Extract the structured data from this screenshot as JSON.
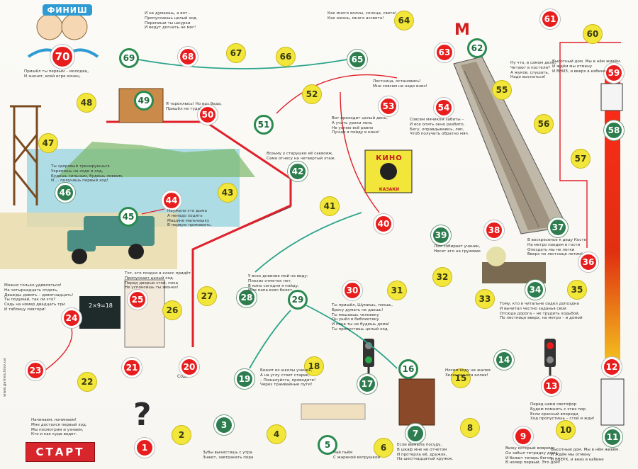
{
  "title": "ФИНИШ",
  "start_label": "СТАРТ",
  "cinema_sign": "КИНО",
  "cinema_poster": "КАЗАКИ",
  "metro_sign": "М",
  "blackboard": "2×9=18",
  "soda_label": "Сода",
  "question_mark": "?",
  "website": "www.games.kiev.ua",
  "colors": {
    "cell_yellow": "#f2e63a",
    "cell_red": "#e81d1d",
    "cell_green": "#2e7d4f",
    "path_red": "#e0202a",
    "arrow_teal": "#2aa38a",
    "start_banner": "#d8262d",
    "title_banner": "#2f9bd3"
  },
  "cells": [
    {
      "n": "1",
      "kind": "r"
    },
    {
      "n": "2",
      "kind": "y"
    },
    {
      "n": "3",
      "kind": "g"
    },
    {
      "n": "4",
      "kind": "y"
    },
    {
      "n": "5",
      "kind": "w"
    },
    {
      "n": "6",
      "kind": "y"
    },
    {
      "n": "7",
      "kind": "g"
    },
    {
      "n": "8",
      "kind": "y"
    },
    {
      "n": "9",
      "kind": "r"
    },
    {
      "n": "10",
      "kind": "y"
    },
    {
      "n": "11",
      "kind": "g"
    },
    {
      "n": "12",
      "kind": "r"
    },
    {
      "n": "13",
      "kind": "r"
    },
    {
      "n": "14",
      "kind": "g"
    },
    {
      "n": "15",
      "kind": "y"
    },
    {
      "n": "16",
      "kind": "w"
    },
    {
      "n": "17",
      "kind": "g"
    },
    {
      "n": "18",
      "kind": "y"
    },
    {
      "n": "19",
      "kind": "g"
    },
    {
      "n": "20",
      "kind": "r"
    },
    {
      "n": "21",
      "kind": "r"
    },
    {
      "n": "22",
      "kind": "y"
    },
    {
      "n": "23",
      "kind": "r"
    },
    {
      "n": "24",
      "kind": "r"
    },
    {
      "n": "25",
      "kind": "r"
    },
    {
      "n": "26",
      "kind": "y"
    },
    {
      "n": "27",
      "kind": "y"
    },
    {
      "n": "28",
      "kind": "g"
    },
    {
      "n": "29",
      "kind": "w"
    },
    {
      "n": "30",
      "kind": "r"
    },
    {
      "n": "31",
      "kind": "y"
    },
    {
      "n": "32",
      "kind": "y"
    },
    {
      "n": "33",
      "kind": "y"
    },
    {
      "n": "34",
      "kind": "g"
    },
    {
      "n": "35",
      "kind": "y"
    },
    {
      "n": "36",
      "kind": "r"
    },
    {
      "n": "37",
      "kind": "g"
    },
    {
      "n": "38",
      "kind": "r"
    },
    {
      "n": "39",
      "kind": "g"
    },
    {
      "n": "40",
      "kind": "r"
    },
    {
      "n": "41",
      "kind": "y"
    },
    {
      "n": "42",
      "kind": "g"
    },
    {
      "n": "43",
      "kind": "y"
    },
    {
      "n": "44",
      "kind": "r"
    },
    {
      "n": "45",
      "kind": "w"
    },
    {
      "n": "46",
      "kind": "g"
    },
    {
      "n": "47",
      "kind": "y"
    },
    {
      "n": "48",
      "kind": "y"
    },
    {
      "n": "49",
      "kind": "w"
    },
    {
      "n": "50",
      "kind": "r"
    },
    {
      "n": "51",
      "kind": "w"
    },
    {
      "n": "52",
      "kind": "y"
    },
    {
      "n": "53",
      "kind": "r"
    },
    {
      "n": "54",
      "kind": "r"
    },
    {
      "n": "55",
      "kind": "y"
    },
    {
      "n": "56",
      "kind": "y"
    },
    {
      "n": "57",
      "kind": "y"
    },
    {
      "n": "58",
      "kind": "g"
    },
    {
      "n": "59",
      "kind": "r"
    },
    {
      "n": "60",
      "kind": "y"
    },
    {
      "n": "61",
      "kind": "r"
    },
    {
      "n": "62",
      "kind": "w"
    },
    {
      "n": "63",
      "kind": "r"
    },
    {
      "n": "64",
      "kind": "y"
    },
    {
      "n": "65",
      "kind": "g"
    },
    {
      "n": "66",
      "kind": "y"
    },
    {
      "n": "67",
      "kind": "y"
    },
    {
      "n": "68",
      "kind": "r"
    },
    {
      "n": "69",
      "kind": "w"
    },
    {
      "n": "70",
      "kind": "r"
    }
  ],
  "verses": [
    {
      "id": "start",
      "text": "Начинаем, начинаем!\nМне достался первый ход.\nМы посмотрим и узнаем,\nКто и как куда ведет."
    },
    {
      "id": "c3",
      "text": "Зубы вычистишь с утра\nЗнают, завтракать пора"
    },
    {
      "id": "c5",
      "text": "Чай пьём\nС жареной ватрушкой"
    },
    {
      "id": "c7",
      "text": "Если вымыла посуду,\nВ шкаф мне не отчетом\nИ протерла её, дружок,\nНа шестнадцатый кружок."
    },
    {
      "id": "c9",
      "text": "Вижу который вовремя\nОн забыл тетрадку дома.\nИ бежит теперь бегом\nВ номер первый. Это дом!"
    },
    {
      "id": "c11",
      "text": "Высотный дом. Мы в нём живём.\nИ ждём мы отмену\nИ ВВЕРХ, и вниз в кабине"
    },
    {
      "id": "c13",
      "text": "Перед нами светофор\nБудем помнить с этих пор.\nЕсли красный впереди,\nХод пропустишь – стой и жди!"
    },
    {
      "id": "c15",
      "text": "Носим воду не жалея\nЗеленеет вся аллея!"
    },
    {
      "id": "c19",
      "text": "Бежит из школы ученик,\nА на углу стоит старик,\n– Пожалуйста, проводите!\nЧерез трамвайные пути!"
    },
    {
      "id": "c24",
      "text": "Можно только удивляться!\nНа четырнадцать отдать,\nДважды девять – девятнадцать!\nТы подумай, так ли это?\nСядь на номер двадцать три\nИ таблицу повтори!"
    },
    {
      "id": "c25",
      "text": "Тот, кто поздно в класс придёт\nПропускает целый ход.\nПеред дверью стой, пока\nНе успокоишь ты звонка!"
    },
    {
      "id": "c28",
      "text": "У всех дневник мой на виду:\nПлохих отметок нет,\nВ кино сегодня я пойду,\nМне папа взял билет."
    },
    {
      "id": "c30",
      "text": "Ты пришёл, Шумишь, поешь,\nБросу думать не даешь!\nТы мешаешь человеку\nОн ушёл в библиотеку\nИ пока ты не будешь дома!\nТы пропустишь целый ход."
    },
    {
      "id": "c34",
      "text": "Тому, кто в читальне сидел допоздна\nИ вычитал честно заданья свои\nОтсюда дорога – не трудить ходьбой,\nПо лестнице вверх, на метро – и домой"
    },
    {
      "id": "c37",
      "text": "В воскресенье к деду Косте\nНа метро поедем в гости\nОпоздать мы не легки\nВверх по лестнице летим!"
    },
    {
      "id": "c39",
      "text": "Лом собирает ученик,\nНесет его на грузовик"
    },
    {
      "id": "c42",
      "text": "Возьму у старушки её саквояж,\nСама отнесу на четвертый этаж."
    },
    {
      "id": "c44",
      "text": "Неужели это дыма\nА ненадо ходить\nМашине мальчишку\nВ первую примавать."
    },
    {
      "id": "c46",
      "text": "Ты здоровый тренируешься\nУкрепишь на ходе в ход,\nБудешь сильным, будешь ловким,\nИ ... получишь первый ход!"
    },
    {
      "id": "c50",
      "text": "Я тороплюсь! Но вот беда,\nПришёл не туда!"
    },
    {
      "id": "c53",
      "text": "Вот проходит целый день,\nА учить уроки лень\nНе успею всё равно\nЛучше я пойду в кино!"
    },
    {
      "id": "c54",
      "text": "Совсем мячиком забиты –\nИ все опять окно разбито,\nБегу, оправдываюсь, ляп,\nЧтоб получить обратно мяч."
    },
    {
      "id": "c61",
      "text": "Ну что, в самом деле,\nЧитают в постели?\nА жуков, слушать,\nНадо выспаться!"
    },
    {
      "id": "c63",
      "text": "Лестница, остановись!\nМне совсем на надо вниз!"
    },
    {
      "id": "c64",
      "text": "Как много волны, солнца, света!\nКак жизнь, много ассвета!"
    },
    {
      "id": "c68",
      "text": "И не думаешь, а вот –\nПропускаешь целый ход.\nПерепиши ты шнурки\nИ ведут догнать не мог!"
    },
    {
      "id": "c59",
      "text": "Высотный дом. Мы в нём живём.\nИ ждём мы отмену\nИ ВНИЗ, и вверх в кабине"
    },
    {
      "id": "c70",
      "text": "Пришёл ты первым – молодец,\nИ значит, всей игре конец."
    }
  ]
}
